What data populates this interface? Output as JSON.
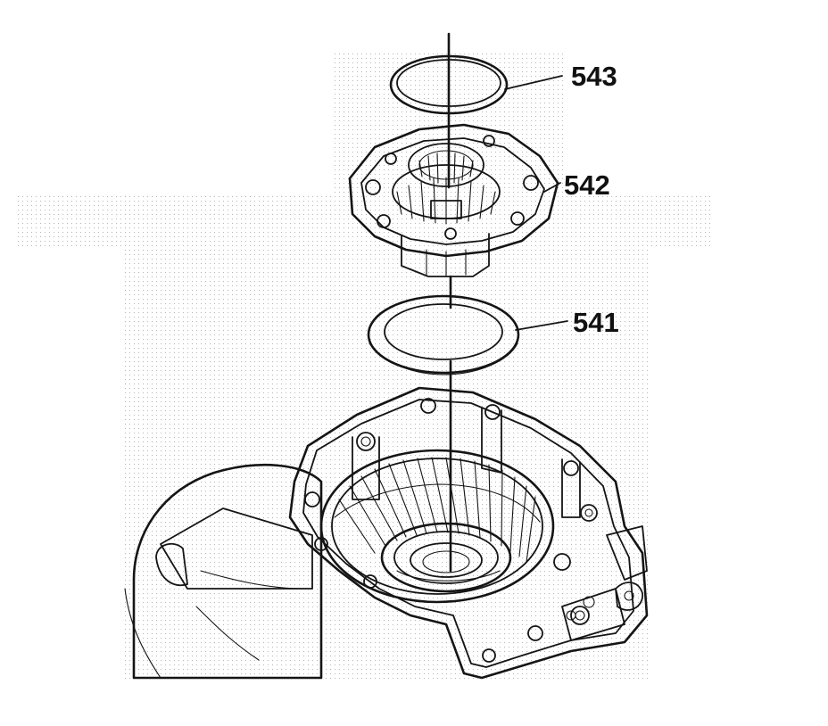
{
  "callouts": [
    {
      "id": "543",
      "label": "543"
    },
    {
      "id": "542",
      "label": "542"
    },
    {
      "id": "541",
      "label": "541"
    }
  ],
  "colors": {
    "ink": "#151515",
    "screen_tone": "#bdbdbd",
    "background": "#ffffff"
  }
}
